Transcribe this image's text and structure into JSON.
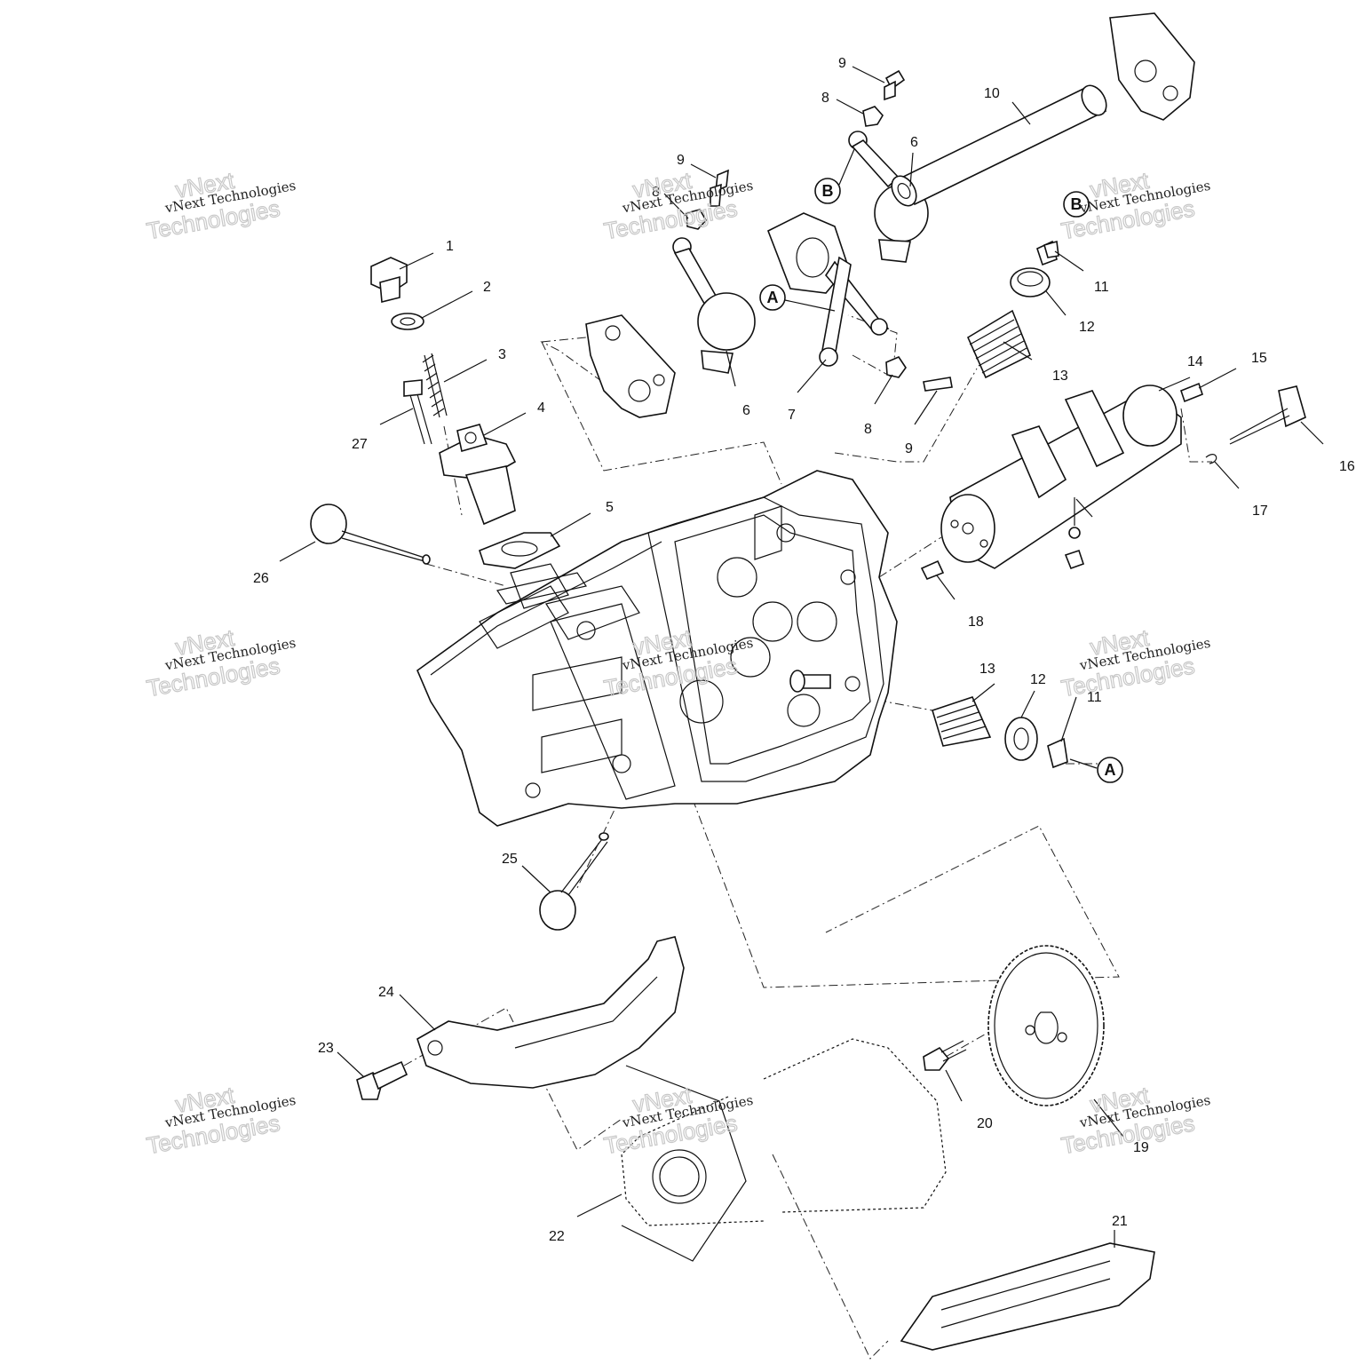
{
  "diagram": {
    "callouts": [
      "1",
      "2",
      "3",
      "4",
      "5",
      "6",
      "6",
      "7",
      "8",
      "8",
      "8",
      "9",
      "9",
      "9",
      "10",
      "11",
      "11",
      "12",
      "12",
      "13",
      "13",
      "14",
      "15",
      "16",
      "17",
      "18",
      "19",
      "20",
      "21",
      "22",
      "23",
      "24",
      "25",
      "26",
      "27"
    ],
    "reference_markers": [
      "A",
      "A",
      "B",
      "B"
    ],
    "watermarks": [
      {
        "line1": "vNext Technologies",
        "line2": "vNext",
        "line3": "Technologies"
      },
      {
        "line1": "vNext Technologies",
        "line2": "vNext",
        "line3": "Technologies"
      },
      {
        "line1": "vNext Technologies",
        "line2": "vNext",
        "line3": "Technologies"
      },
      {
        "line1": "vNext Technologies",
        "line2": "vNext",
        "line3": "Technologies"
      },
      {
        "line1": "vNext Technologies",
        "line2": "vNext",
        "line3": "Technologies"
      },
      {
        "line1": "vNext Technologies",
        "line2": "vNext",
        "line3": "Technologies"
      },
      {
        "line1": "vNext Technologies",
        "line2": "vNext",
        "line3": "Technologies"
      },
      {
        "line1": "vNext Technologies",
        "line2": "vNext",
        "line3": "Technologies"
      },
      {
        "line1": "vNext Technologies",
        "line2": "vNext",
        "line3": "Technologies"
      }
    ]
  }
}
